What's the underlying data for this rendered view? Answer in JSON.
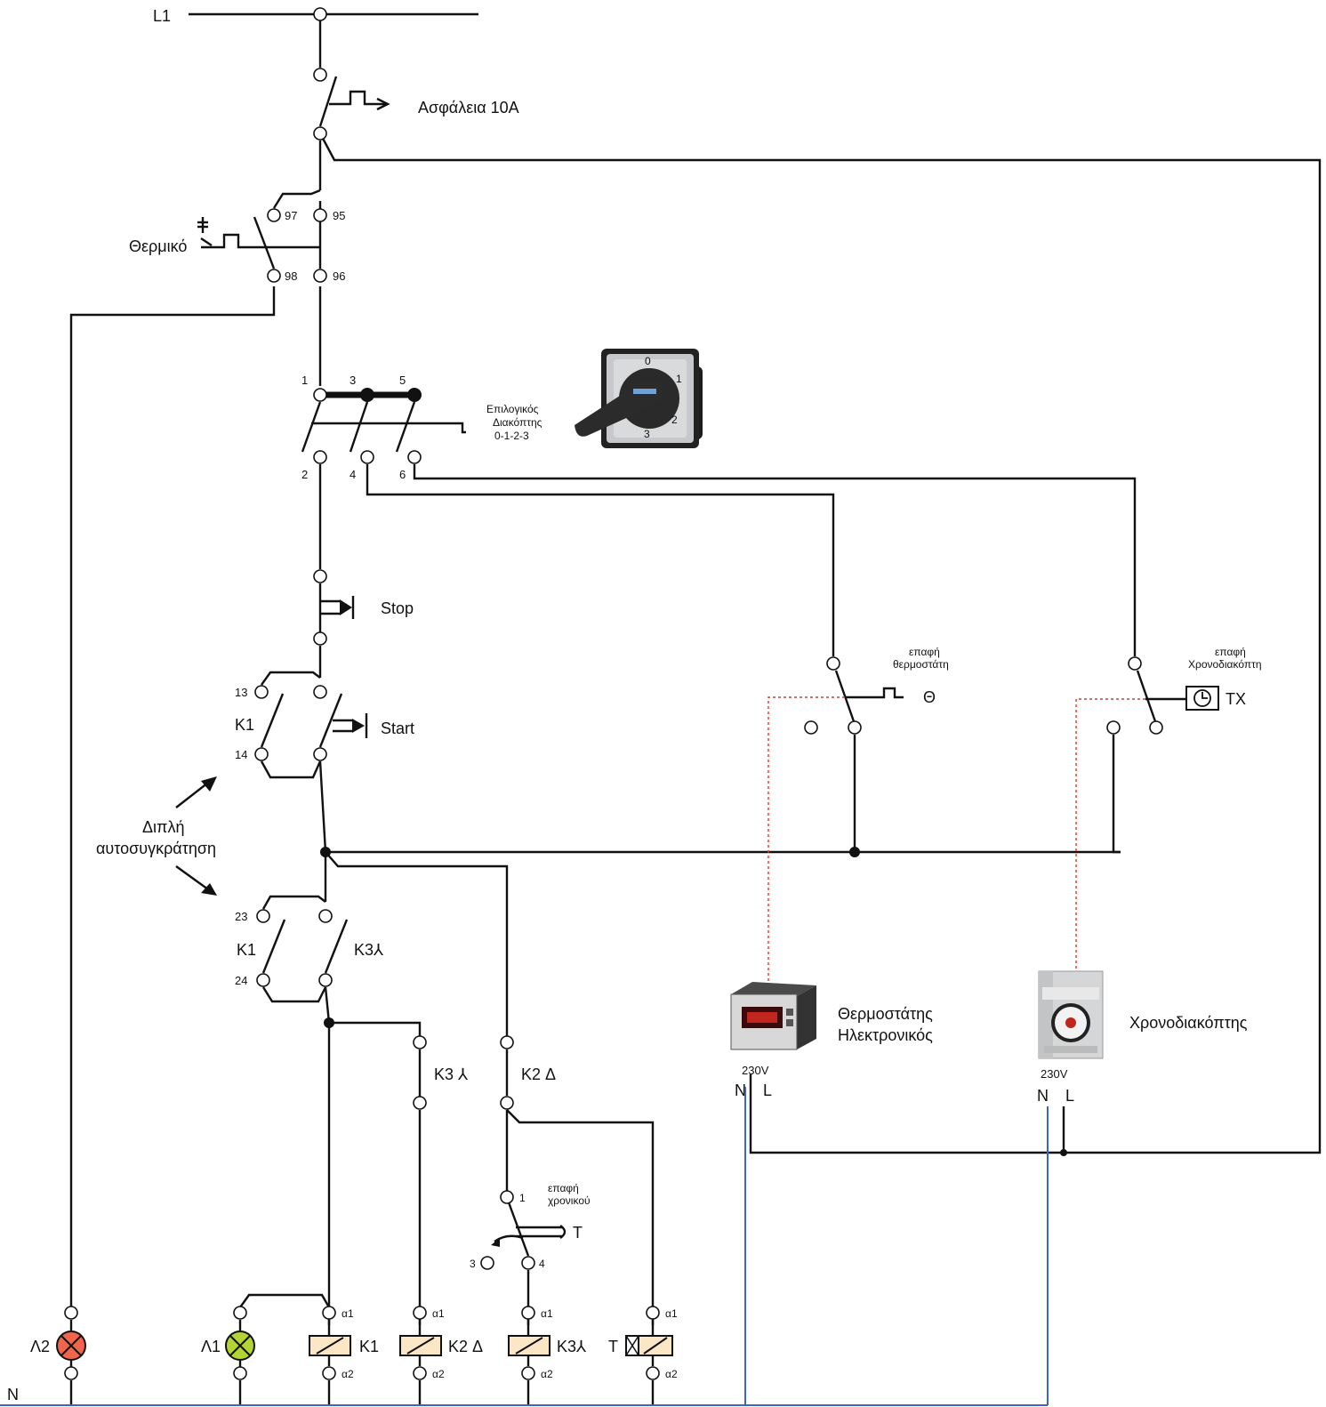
{
  "labels": {
    "L1": "L1",
    "N": "N",
    "fuse": "Ασφάλεια 10A",
    "thermal": "Θερμικό",
    "t97": "97",
    "t95": "95",
    "t98": "98",
    "t96": "96",
    "sel1": "1",
    "sel3": "3",
    "sel5": "5",
    "sel2": "2",
    "sel4": "4",
    "sel6": "6",
    "selector_line1": "Επιλογικός",
    "selector_line2": "Διακόπτης",
    "selector_line3": "0-1-2-3",
    "knob0": "0",
    "knob1": "1",
    "knob2": "2",
    "knob3": "3",
    "stop": "Stop",
    "start": "Start",
    "k1a": "K1",
    "t13": "13",
    "t14": "14",
    "double_line1": "Διπλή",
    "double_line2": "αυτοσυγκράτηση",
    "k1b": "K1",
    "t23": "23",
    "t24": "24",
    "k3y_contact": "K3⅄",
    "k3y_branch": "K3 ⅄",
    "k2d_branch": "K2  Δ",
    "timer_contact_line1": "επαφή",
    "timer_contact_line2": "χρονικού",
    "tc1": "1",
    "tc3": "3",
    "tc4": "4",
    "T": "T",
    "thermo_contact_line1": "επαφή",
    "thermo_contact_line2": "θερμοστάτη",
    "theta": "Θ",
    "timer_sw_line1": "επαφή",
    "timer_sw_line2": "Χρονοδιακόπτη",
    "TX": "TX",
    "thermostat_line1": "Θερμοστάτης",
    "thermostat_line2": "Ηλεκτρονικός",
    "v230a": "230V",
    "Na": "N",
    "La": "L",
    "timeswitch": "Χρονοδιακόπτης",
    "v230b": "230V",
    "Nb": "N",
    "Lb": "L",
    "lamp2": "Λ2",
    "lamp1": "Λ1",
    "coil_k1": "K1",
    "coil_k2": "K2 Δ",
    "coil_k3": "K3⅄",
    "coil_t": "T",
    "a1": "α1",
    "a2": "α2"
  },
  "colors": {
    "wire": "#111111",
    "neutral": "#3b63c9",
    "link": "#e03a2f",
    "coil_fill": "#fbe7c6",
    "lamp_red": "#f0664d",
    "lamp_green": "#b4d334"
  }
}
